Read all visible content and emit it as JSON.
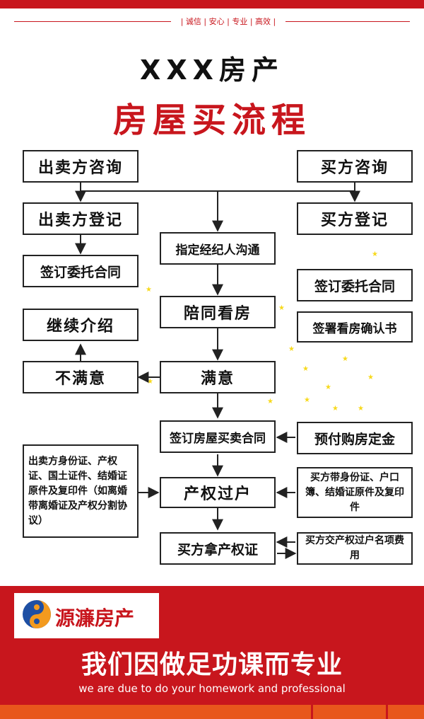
{
  "header": {
    "slogan": "| 诚信 | 安心 | 专业 | 高效 |",
    "company": "XXX房产",
    "title": "房屋买流程"
  },
  "left": {
    "seller_consult": "出卖方咨询",
    "seller_register": "出卖方登记",
    "seller_contract": "签订委托合同",
    "continue_intro": "继续介绍",
    "unsatisfied": "不满意",
    "seller_docs": "出卖方身份证、产权证、国土证件、结婚证原件及复印件（如离婚带离婚证及产权分割协议）"
  },
  "center": {
    "agent_comm": "指定经纪人沟通",
    "accompany_view": "陪同看房",
    "satisfied": "满意",
    "sale_contract": "签订房屋买卖合同",
    "transfer": "产权过户",
    "get_cert": "买方拿产权证"
  },
  "right": {
    "buyer_consult": "买方咨询",
    "buyer_register": "买方登记",
    "buyer_contract": "签订委托合同",
    "view_confirm": "签署看房确认书",
    "deposit": "预付购房定金",
    "buyer_docs": "买方带身份证、户口簿、结婚证原件及复印件",
    "buyer_fees": "买方交产权过户名项费用"
  },
  "footer": {
    "brand": "源濂房产",
    "tagline": "我们因做足功课而专业",
    "tagline_en": "we are due to do your homework and professional"
  },
  "colors": {
    "brand_red": "#c8161d",
    "footer_orange": "#e8571c",
    "star_yellow": "#f7d91c",
    "logo_blue": "#1e4fa3"
  }
}
